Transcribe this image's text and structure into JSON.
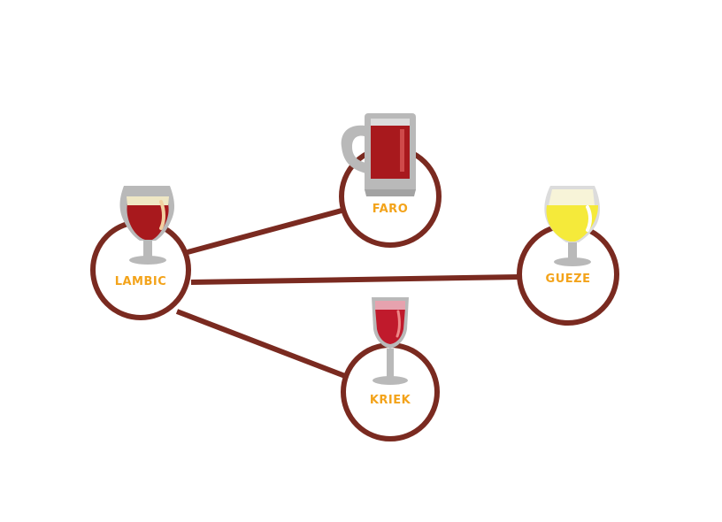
{
  "colors": {
    "line": "#7a2a20",
    "label": "#f3a31a",
    "glass": "#b9b9b9",
    "glass_light": "#dcdcdc",
    "beer_red": "#a8191d",
    "beer_cherry": "#c01a2c",
    "beer_gold": "#f5ea3a",
    "foam": "#efe7c4"
  },
  "nodes": {
    "lambic": {
      "label": "LAMBIC",
      "icon": "tulip-glass-icon"
    },
    "faro": {
      "label": "FARO",
      "icon": "beer-mug-icon"
    },
    "gueze": {
      "label": "GUEZE",
      "icon": "tulip-glass-icon"
    },
    "kriek": {
      "label": "KRIEK",
      "icon": "wine-glass-icon"
    }
  },
  "edges": [
    {
      "from": "lambic",
      "to": "faro"
    },
    {
      "from": "lambic",
      "to": "gueze"
    },
    {
      "from": "lambic",
      "to": "kriek"
    }
  ]
}
